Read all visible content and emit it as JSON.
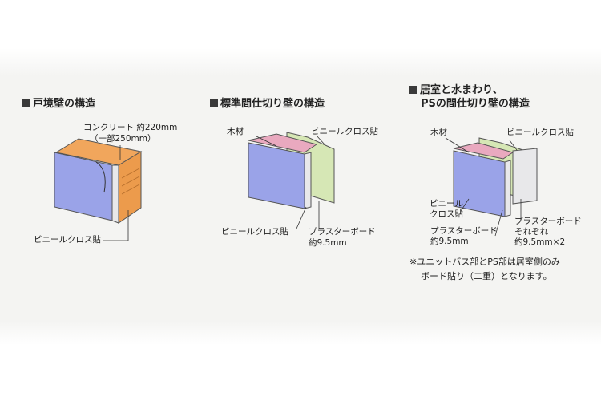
{
  "sections": [
    {
      "title": "戸境壁の構造",
      "labels": {
        "concrete": "コンクリート 約220mm",
        "concrete_sub": "（一部250mm）",
        "vinyl": "ビニールクロス貼"
      }
    },
    {
      "title": "標準間仕切り壁の構造",
      "labels": {
        "wood": "木材",
        "vinyl_top": "ビニールクロス貼",
        "vinyl_bottom": "ビニールクロス貼",
        "plaster": "プラスターボード",
        "plaster_thick": "約9.5mm"
      }
    },
    {
      "title_line1": "居室と水まわり、",
      "title_line2": "PSの間仕切り壁の構造",
      "labels": {
        "wood": "木材",
        "vinyl_top": "ビニールクロス貼",
        "vinyl_left_1": "ビニール",
        "vinyl_left_2": "クロス貼",
        "plaster_left": "プラスターボード",
        "plaster_left_thick": "約9.5mm",
        "plaster_right": "プラスターボード",
        "plaster_right_each": "それぞれ",
        "plaster_right_thick": "約9.5mm×2"
      },
      "note_line1": "※ユニットバス部とPS部は居室側のみ",
      "note_line2": "ボード貼り（二重）となります。"
    }
  ],
  "colors": {
    "board_face": "#9aa3e8",
    "board_edge": "#e8e8ea",
    "concrete": "#f1a65c",
    "concrete_dark": "#d98a3c",
    "wood": "#e9a9bf",
    "back_board": "#d6e7b5"
  }
}
